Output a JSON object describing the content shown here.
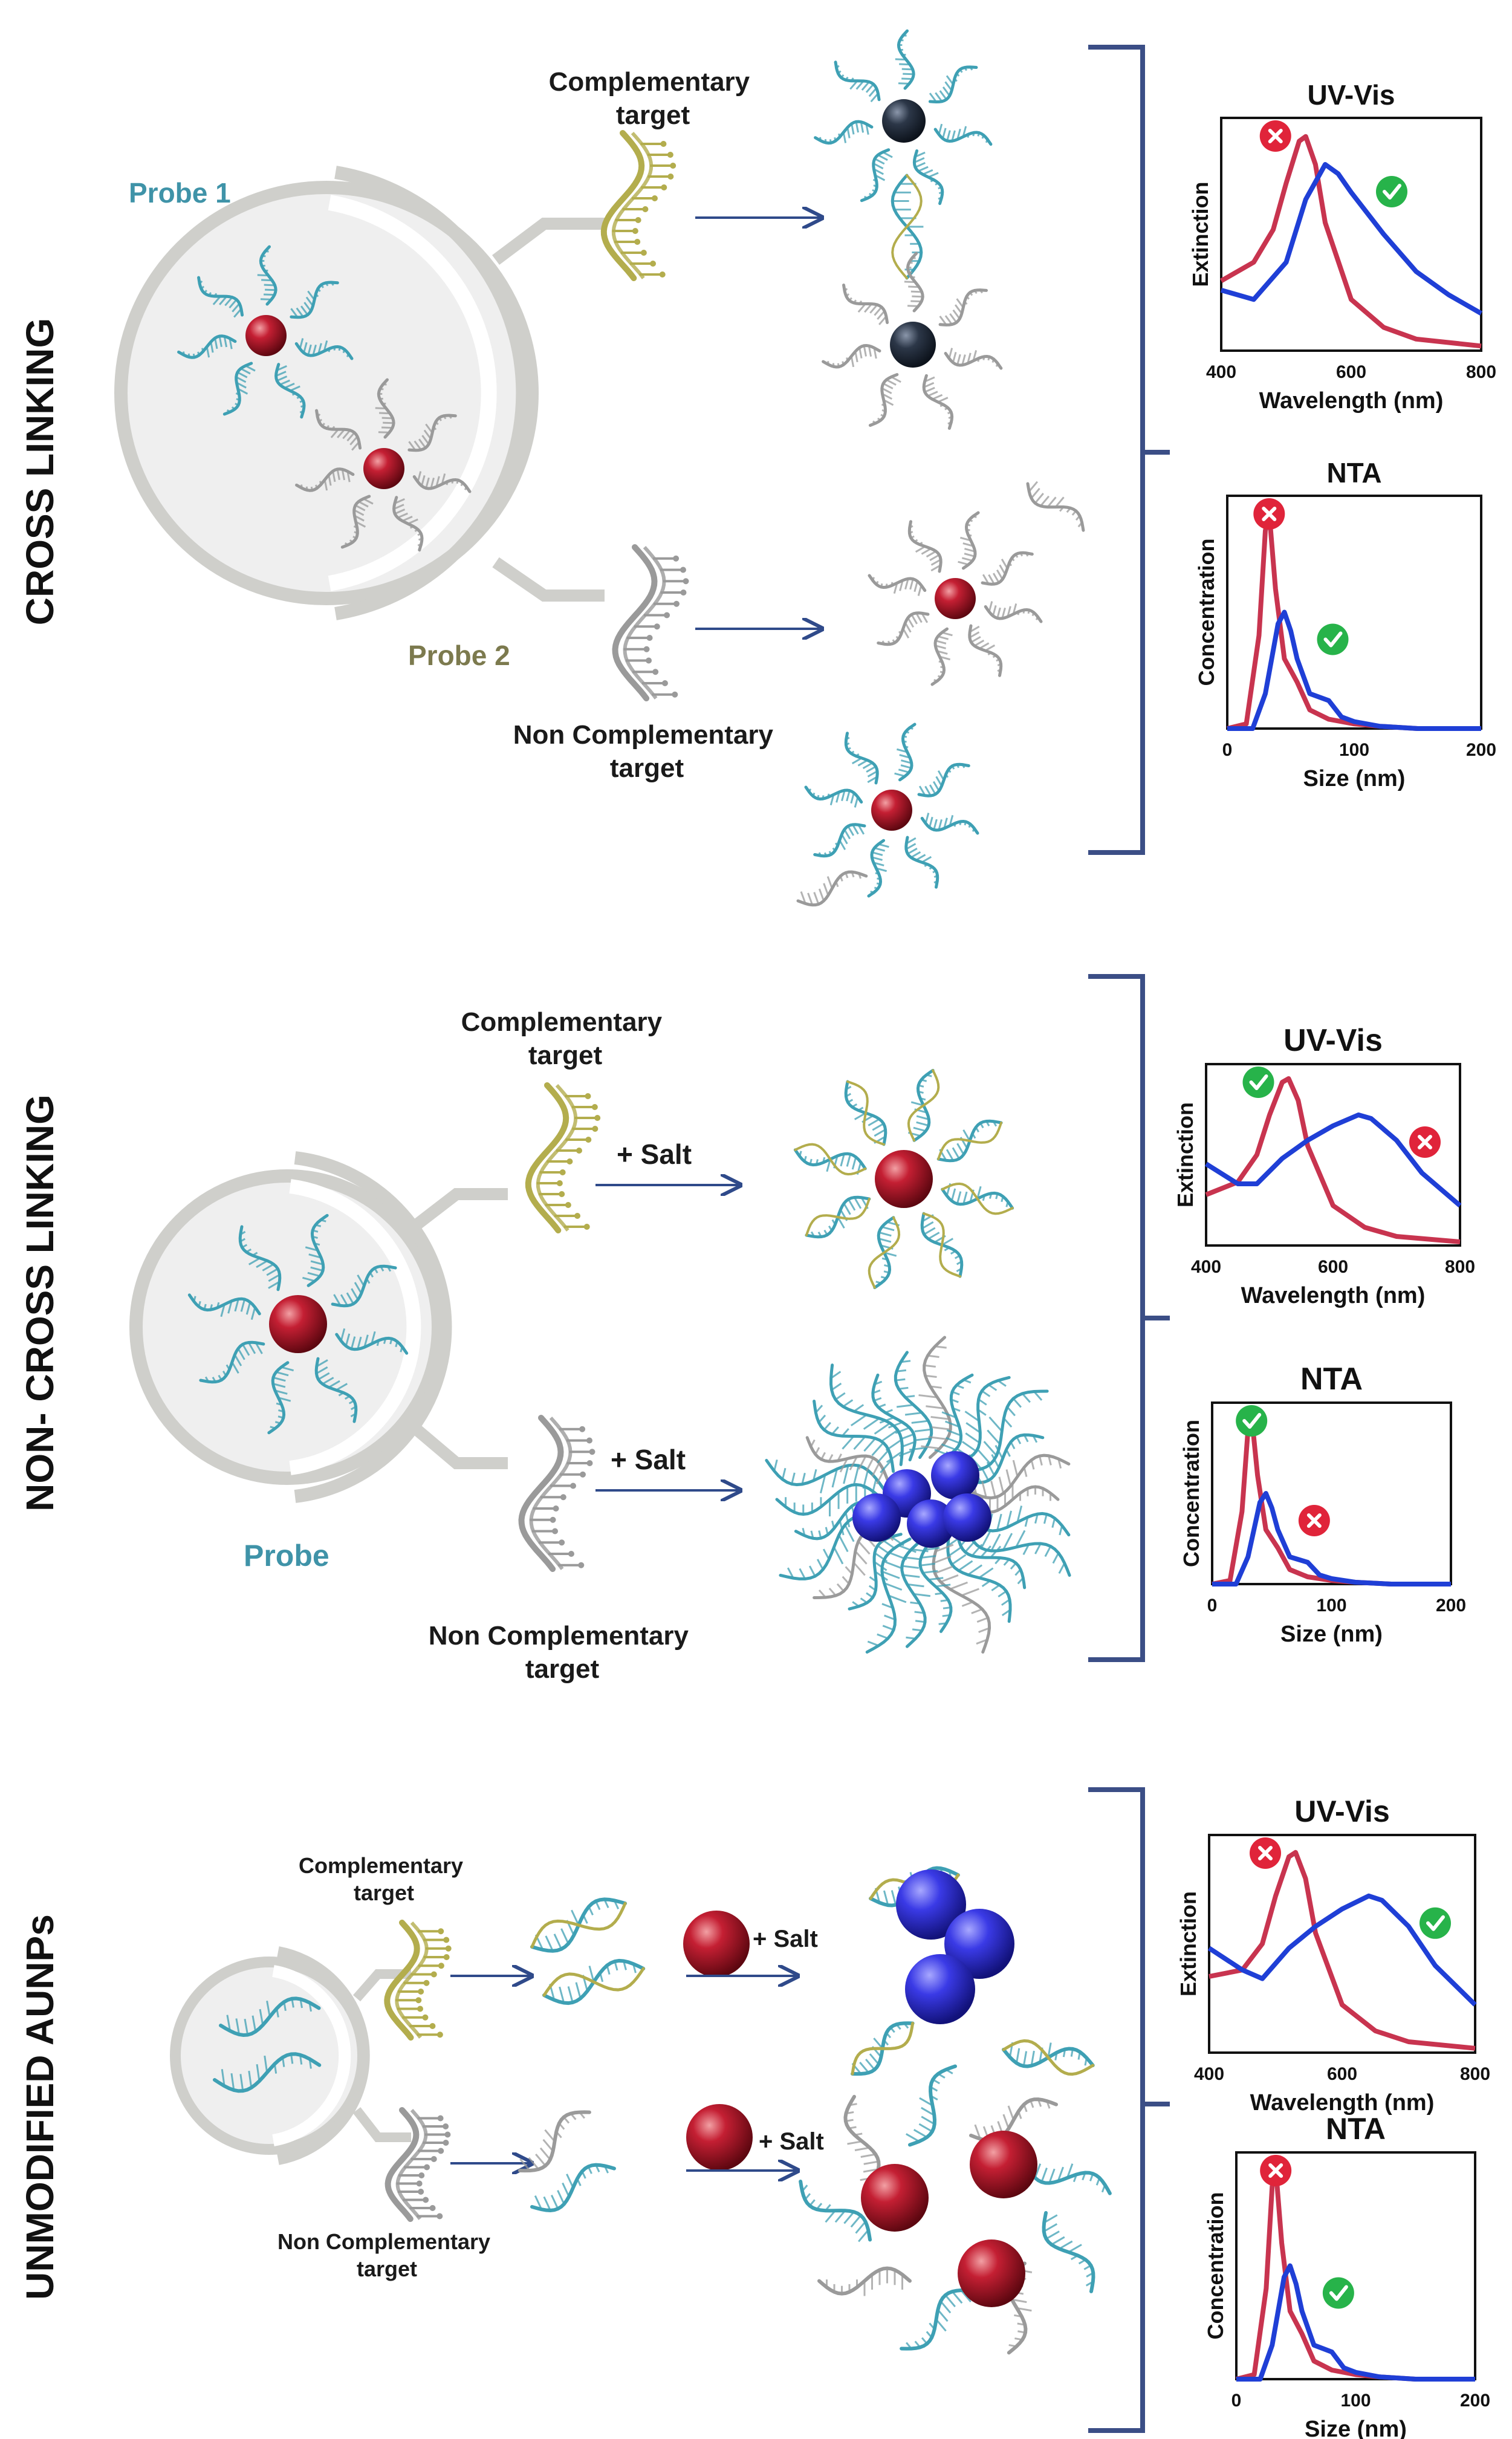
{
  "sections": [
    {
      "title": "CROSS LINKING",
      "probe_labels": [
        "Probe 1",
        "Probe 2"
      ],
      "target_labels": [
        "Complementary\ntarget",
        "Non Complementary\ntarget"
      ],
      "salt_labels": []
    },
    {
      "title": "NON- CROSS LINKING",
      "probe_labels": [
        "Probe"
      ],
      "target_labels": [
        "Complementary\ntarget",
        "Non Complementary\ntarget"
      ],
      "salt_labels": [
        "+ Salt",
        "+ Salt"
      ]
    },
    {
      "title": "UNMODIFIED AUNPs",
      "probe_labels": [],
      "target_labels": [
        "Complementary\ntarget",
        "Non Complementary\ntarget"
      ],
      "salt_labels": [
        "+ Salt",
        "+ Salt"
      ]
    }
  ],
  "colors": {
    "red_curve": "#c8344f",
    "blue_curve": "#1f3fd6",
    "probe1_text": "#3f93a8",
    "probe2_text": "#7c7a4e",
    "probe_text": "#3f93a8",
    "dna_teal": "#3ea0b4",
    "dna_olive": "#b3ad4d",
    "dna_gray": "#9a9a9a",
    "gold_np": "#b3132b",
    "aggregate_np": "#3a3adf",
    "dark_np": "#2c3748",
    "bracket": "#3b4e86",
    "check_bg": "#27b34a",
    "cross_bg": "#e0243a"
  },
  "icons": {
    "correct": "check-icon",
    "incorrect": "cross-icon"
  },
  "chart_data": [
    {
      "type": "line",
      "section": "CROSS LINKING",
      "title": "UV-Vis",
      "xlabel": "Wavelength (nm)",
      "ylabel": "Extinction",
      "xlim": [
        400,
        800
      ],
      "xticks": [
        "400",
        "600",
        "800"
      ],
      "series": [
        {
          "color": "red",
          "marker": "cross-icon",
          "x": [
            400,
            450,
            480,
            500,
            520,
            530,
            545,
            560,
            600,
            650,
            700,
            800
          ],
          "y": [
            0.3,
            0.38,
            0.52,
            0.72,
            0.9,
            0.92,
            0.8,
            0.55,
            0.22,
            0.1,
            0.05,
            0.02
          ]
        },
        {
          "color": "blue",
          "marker": "check-icon",
          "x": [
            400,
            450,
            500,
            530,
            560,
            580,
            600,
            650,
            700,
            750,
            800
          ],
          "y": [
            0.26,
            0.22,
            0.38,
            0.65,
            0.8,
            0.76,
            0.68,
            0.5,
            0.34,
            0.24,
            0.16
          ]
        }
      ]
    },
    {
      "type": "line",
      "section": "CROSS LINKING",
      "title": "NTA",
      "xlabel": "Size (nm)",
      "ylabel": "Concentration",
      "xlim": [
        0,
        200
      ],
      "xticks": [
        "0",
        "100",
        "200"
      ],
      "series": [
        {
          "color": "red",
          "marker": "cross-icon",
          "x": [
            0,
            15,
            25,
            30,
            33,
            38,
            45,
            55,
            65,
            80,
            100,
            120,
            150,
            200
          ],
          "y": [
            0,
            0.02,
            0.4,
            0.85,
            0.93,
            0.6,
            0.3,
            0.2,
            0.08,
            0.04,
            0.02,
            0.01,
            0.0,
            0.0
          ]
        },
        {
          "color": "blue",
          "marker": "check-icon",
          "x": [
            0,
            20,
            30,
            40,
            45,
            50,
            55,
            65,
            80,
            90,
            100,
            120,
            150,
            200
          ],
          "y": [
            0,
            0.0,
            0.15,
            0.45,
            0.5,
            0.42,
            0.3,
            0.15,
            0.12,
            0.05,
            0.03,
            0.01,
            0.0,
            0.0
          ]
        }
      ]
    },
    {
      "type": "line",
      "section": "NON- CROSS LINKING",
      "title": "UV-Vis",
      "xlabel": "Wavelength (nm)",
      "ylabel": "Extinction",
      "xlim": [
        400,
        800
      ],
      "xticks": [
        "400",
        "600",
        "800"
      ],
      "series": [
        {
          "color": "red",
          "marker": "check-icon",
          "x": [
            400,
            450,
            480,
            500,
            520,
            530,
            545,
            560,
            600,
            650,
            700,
            800
          ],
          "y": [
            0.28,
            0.35,
            0.5,
            0.72,
            0.9,
            0.92,
            0.8,
            0.55,
            0.22,
            0.1,
            0.05,
            0.02
          ]
        },
        {
          "color": "blue",
          "marker": "cross-icon",
          "x": [
            400,
            450,
            480,
            520,
            560,
            600,
            640,
            660,
            700,
            740,
            800
          ],
          "y": [
            0.45,
            0.34,
            0.34,
            0.48,
            0.58,
            0.66,
            0.72,
            0.7,
            0.58,
            0.4,
            0.22
          ]
        }
      ]
    },
    {
      "type": "line",
      "section": "NON- CROSS LINKING",
      "title": "NTA",
      "xlabel": "Size (nm)",
      "ylabel": "Concentration",
      "xlim": [
        0,
        200
      ],
      "xticks": [
        "0",
        "100",
        "200"
      ],
      "series": [
        {
          "color": "red",
          "marker": "check-icon",
          "x": [
            0,
            15,
            25,
            30,
            33,
            38,
            45,
            55,
            65,
            80,
            100,
            120,
            150,
            200
          ],
          "y": [
            0,
            0.02,
            0.4,
            0.85,
            0.93,
            0.6,
            0.3,
            0.2,
            0.08,
            0.04,
            0.02,
            0.01,
            0.0,
            0.0
          ]
        },
        {
          "color": "blue",
          "marker": "cross-icon",
          "x": [
            0,
            20,
            30,
            40,
            45,
            50,
            55,
            65,
            80,
            90,
            100,
            120,
            150,
            200
          ],
          "y": [
            0,
            0.0,
            0.15,
            0.45,
            0.5,
            0.42,
            0.3,
            0.15,
            0.12,
            0.05,
            0.03,
            0.01,
            0.0,
            0.0
          ]
        }
      ]
    },
    {
      "type": "line",
      "section": "UNMODIFIED AUNPs",
      "title": "UV-Vis",
      "xlabel": "Wavelength (nm)",
      "ylabel": "Extinction",
      "xlim": [
        400,
        800
      ],
      "xticks": [
        "400",
        "600",
        "800"
      ],
      "series": [
        {
          "color": "red",
          "marker": "cross-icon",
          "x": [
            400,
            450,
            480,
            500,
            520,
            530,
            545,
            560,
            600,
            650,
            700,
            800
          ],
          "y": [
            0.35,
            0.38,
            0.5,
            0.72,
            0.9,
            0.92,
            0.8,
            0.55,
            0.22,
            0.1,
            0.05,
            0.02
          ]
        },
        {
          "color": "blue",
          "marker": "check-icon",
          "x": [
            400,
            450,
            480,
            520,
            560,
            600,
            640,
            660,
            700,
            740,
            800
          ],
          "y": [
            0.48,
            0.38,
            0.34,
            0.48,
            0.58,
            0.66,
            0.72,
            0.7,
            0.58,
            0.4,
            0.22
          ]
        }
      ]
    },
    {
      "type": "line",
      "section": "UNMODIFIED AUNPs",
      "title": "NTA",
      "xlabel": "Size (nm)",
      "ylabel": "Concentration",
      "xlim": [
        0,
        200
      ],
      "xticks": [
        "0",
        "100",
        "200"
      ],
      "series": [
        {
          "color": "red",
          "marker": "cross-icon",
          "x": [
            0,
            15,
            25,
            30,
            33,
            38,
            45,
            55,
            65,
            80,
            100,
            120,
            150,
            200
          ],
          "y": [
            0,
            0.02,
            0.4,
            0.85,
            0.93,
            0.6,
            0.3,
            0.2,
            0.08,
            0.04,
            0.02,
            0.01,
            0.0,
            0.0
          ]
        },
        {
          "color": "blue",
          "marker": "check-icon",
          "x": [
            0,
            20,
            30,
            40,
            45,
            50,
            55,
            65,
            80,
            90,
            100,
            120,
            150,
            200
          ],
          "y": [
            0,
            0.0,
            0.15,
            0.45,
            0.5,
            0.42,
            0.3,
            0.15,
            0.12,
            0.05,
            0.03,
            0.01,
            0.0,
            0.0
          ]
        }
      ]
    }
  ]
}
